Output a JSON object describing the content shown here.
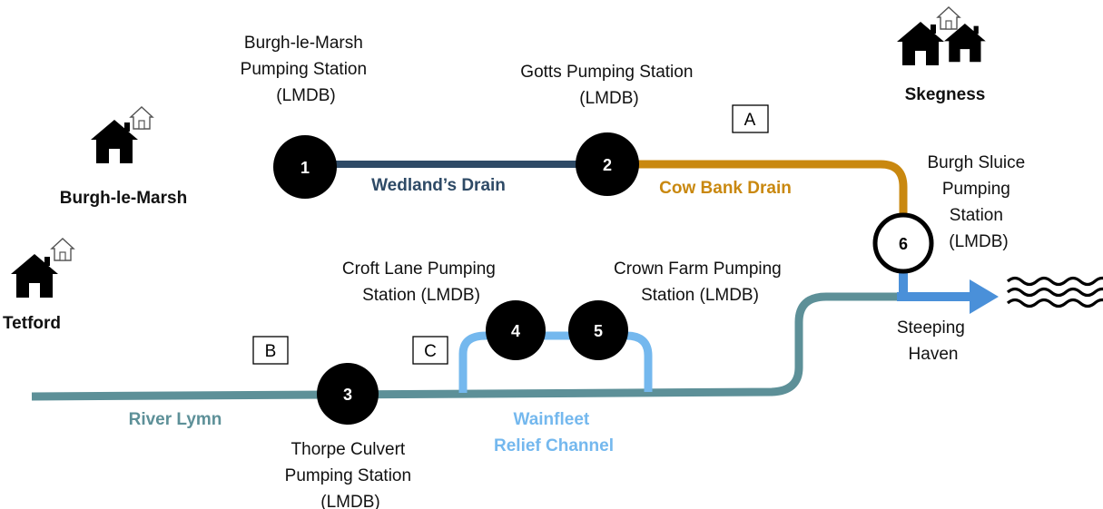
{
  "towns": {
    "burgh": "Burgh-le-Marsh",
    "skegness": "Skegness",
    "tetford": "Tetford"
  },
  "stations": {
    "s1": {
      "number": "1",
      "name_lines": [
        "Burgh-le-Marsh",
        "Pumping Station",
        "(LMDB)"
      ]
    },
    "s2": {
      "number": "2",
      "name_lines": [
        "Gotts Pumping Station",
        "(LMDB)"
      ]
    },
    "s3": {
      "number": "3",
      "name_lines": [
        "Thorpe Culvert",
        "Pumping Station",
        "(LMDB)"
      ]
    },
    "s4": {
      "number": "4",
      "name_lines": [
        "Croft Lane Pumping",
        "Station (LMDB)"
      ]
    },
    "s5": {
      "number": "5",
      "name_lines": [
        "Crown Farm Pumping",
        "Station (LMDB)"
      ]
    },
    "s6": {
      "number": "6",
      "name_lines": [
        "Burgh Sluice",
        "Pumping",
        "Station",
        "(LMDB)"
      ]
    }
  },
  "waterways": {
    "wedlands": "Wedland’s Drain",
    "cowbank": "Cow Bank Drain",
    "lymn": "River Lymn",
    "wainfleet_lines": [
      "Wainfleet",
      "Relief Channel"
    ],
    "steeping_lines": [
      "Steeping",
      "Haven"
    ]
  },
  "boxes": {
    "a": "A",
    "b": "B",
    "c": "C"
  },
  "colors": {
    "wedlands": "#2e4a66",
    "cowbank": "#c9880f",
    "lymn": "#5d9098",
    "wainfleet": "#74b8ee",
    "haven_arrow": "#4a90d9",
    "station": "#000000"
  },
  "icons": [
    "house-icon",
    "waves-icon"
  ]
}
